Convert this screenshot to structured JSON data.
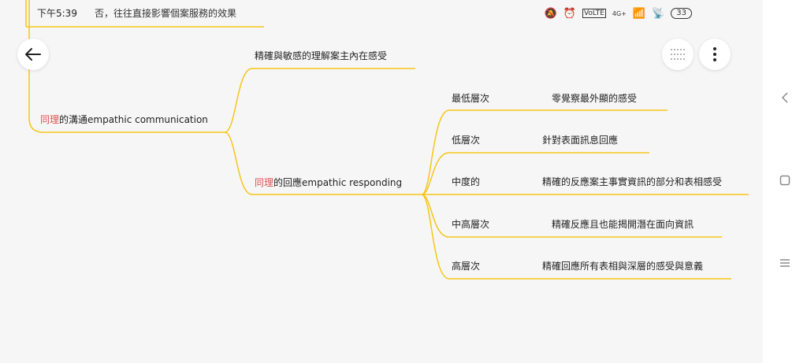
{
  "status_bar": {
    "time": "下午5:39",
    "overlay_text": "否，往往直接影響個案服務的效果",
    "network": "4G+",
    "battery": "33"
  },
  "mindmap": {
    "branch1_label_prefix": "同理",
    "branch1_label_rest": "的溝通empathic communication",
    "sub1_label": "精確與敏感的理解案主內在感受",
    "sub2_label_prefix": "同理",
    "sub2_label_rest": "的回應empathic responding",
    "levels": [
      {
        "name": "最低層次",
        "desc": "零覺察最外顯的感受"
      },
      {
        "name": "低層次",
        "desc": "針對表面訊息回應"
      },
      {
        "name": "中度的",
        "desc": "精確的反應案主事實資訊的部分和表相感受"
      },
      {
        "name": "中高層次",
        "desc": "精確反應且也能揭開潛在面向資訊"
      },
      {
        "name": "高層次",
        "desc": "精確回應所有表相與深層的感受與意義"
      }
    ]
  },
  "colors": {
    "line": "#f5c518",
    "accent_red": "#d9534f"
  }
}
